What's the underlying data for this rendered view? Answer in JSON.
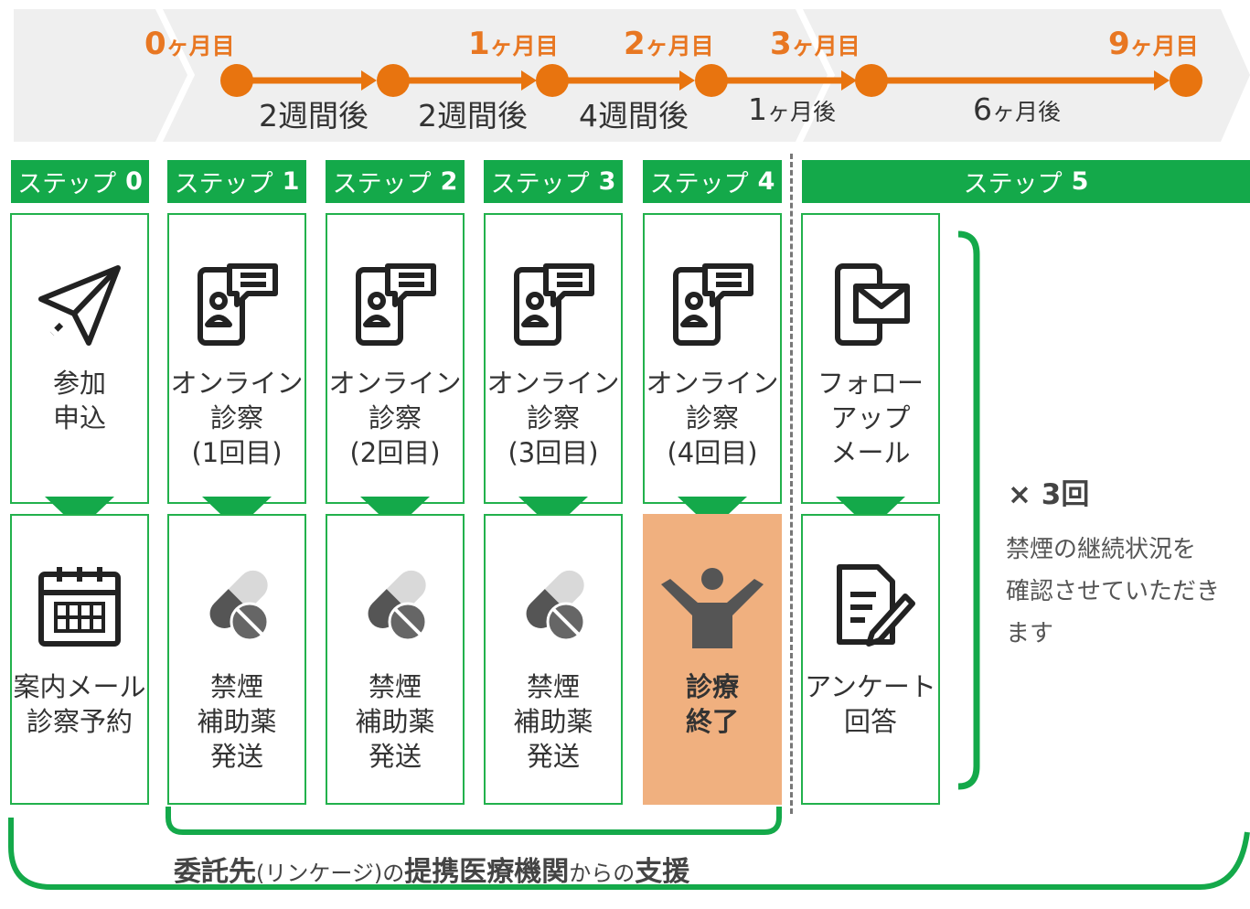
{
  "timeline": {
    "milestones": [
      {
        "num": "0",
        "unit": "ヶ月目"
      },
      {
        "num": "1",
        "unit": "ヶ月目"
      },
      {
        "num": "2",
        "unit": "ヶ月目"
      },
      {
        "num": "3",
        "unit": "ヶ月目"
      },
      {
        "num": "9",
        "unit": "ヶ月目"
      }
    ],
    "intervals": [
      {
        "num": "2",
        "unit": "週間後"
      },
      {
        "num": "2",
        "unit": "週間後"
      },
      {
        "num": "4",
        "unit": "週間後"
      },
      {
        "num": "1",
        "unit": "ヶ月後"
      },
      {
        "num": "6",
        "unit": "ヶ月後"
      }
    ],
    "accent_color": "#e8740f"
  },
  "steps": [
    {
      "label": "ステップ",
      "num": "0"
    },
    {
      "label": "ステップ",
      "num": "1"
    },
    {
      "label": "ステップ",
      "num": "2"
    },
    {
      "label": "ステップ",
      "num": "3"
    },
    {
      "label": "ステップ",
      "num": "4"
    },
    {
      "label": "ステップ",
      "num": "5"
    }
  ],
  "top_cards": [
    {
      "icon": "paper-plane-icon",
      "text": "参加\n申込"
    },
    {
      "icon": "phone-chat-icon",
      "text": "オンライン\n診察\n(1回目)"
    },
    {
      "icon": "phone-chat-icon",
      "text": "オンライン\n診察\n(2回目)"
    },
    {
      "icon": "phone-chat-icon",
      "text": "オンライン\n診察\n(3回目)"
    },
    {
      "icon": "phone-chat-icon",
      "text": "オンライン\n診察\n(4回目)"
    },
    {
      "icon": "phone-mail-icon",
      "text": "フォロー\nアップ\nメール"
    }
  ],
  "bottom_cards": [
    {
      "icon": "calendar-icon",
      "text": "案内メール\n診察予約"
    },
    {
      "icon": "pills-icon",
      "text": "禁煙\n補助薬\n発送"
    },
    {
      "icon": "pills-icon",
      "text": "禁煙\n補助薬\n発送"
    },
    {
      "icon": "pills-icon",
      "text": "禁煙\n補助薬\n発送"
    },
    {
      "icon": "person-arms-up-icon",
      "text": "診療\n終了",
      "highlight_color": "#f0b07f"
    },
    {
      "icon": "document-pen-icon",
      "text": "アンケート\n回答"
    }
  ],
  "repeat": {
    "title": "× 3回",
    "description": "禁煙の継続状況を\n確認させていただき\nます"
  },
  "footer": {
    "parts": [
      {
        "text": "委託先",
        "bold": true
      },
      {
        "text": "(リンケージ)の",
        "bold": false
      },
      {
        "text": "提携医療機関",
        "bold": true
      },
      {
        "text": "からの",
        "bold": false
      },
      {
        "text": "支援",
        "bold": true
      }
    ]
  },
  "colors": {
    "green": "#14a94a",
    "orange": "#e8740f",
    "gray_band": "#efefef"
  }
}
